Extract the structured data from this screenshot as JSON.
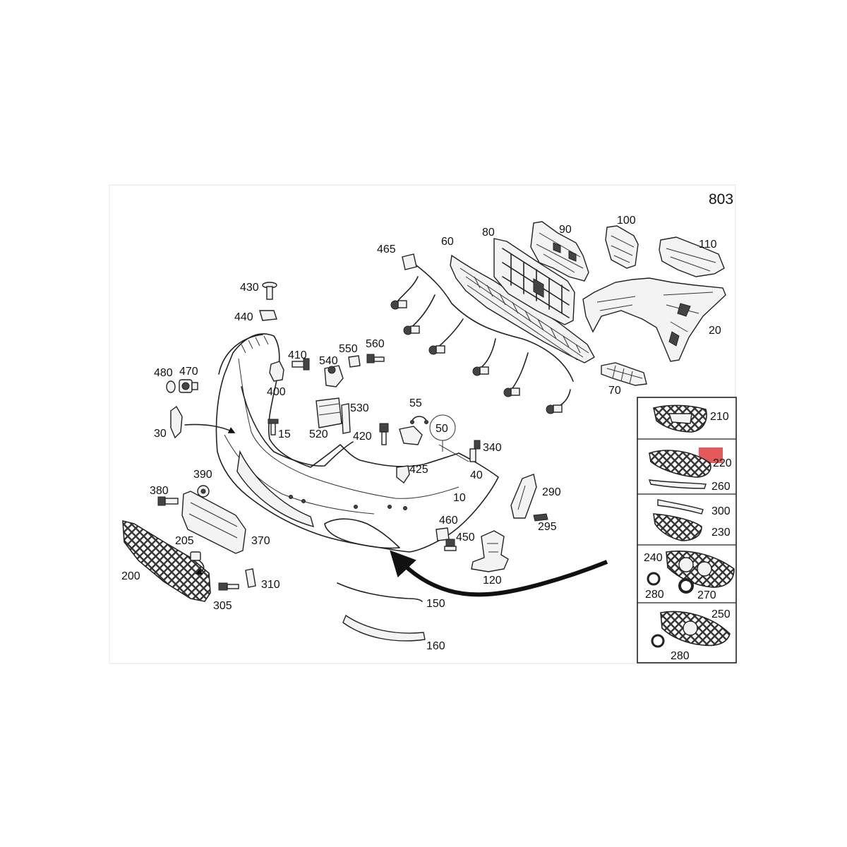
{
  "page_number": "803",
  "callouts": {
    "p10": "10",
    "p15": "15",
    "p20": "20",
    "p30": "30",
    "p40": "40",
    "p50": "50",
    "p55": "55",
    "p60": "60",
    "p70": "70",
    "p80": "80",
    "p90": "90",
    "p100": "100",
    "p110": "110",
    "p120": "120",
    "p150": "150",
    "p160": "160",
    "p200": "200",
    "p205": "205",
    "p210": "210",
    "p220": "220",
    "p230": "230",
    "p240": "240",
    "p250": "250",
    "p260": "260",
    "p270": "270",
    "p280a": "280",
    "p280b": "280",
    "p290": "290",
    "p295": "295",
    "p300": "300",
    "p305": "305",
    "p310": "310",
    "p340": "340",
    "p370": "370",
    "p380": "380",
    "p390": "390",
    "p400": "400",
    "p410": "410",
    "p420": "420",
    "p425": "425",
    "p430": "430",
    "p440": "440",
    "p450": "450",
    "p460": "460",
    "p465": "465",
    "p470": "470",
    "p480": "480",
    "p520": "520",
    "p530": "530",
    "p540": "540",
    "p550": "550",
    "p560": "560"
  },
  "colors": {
    "highlight": "#e45a5a",
    "frame": "#f4f4f4",
    "line": "#222222"
  },
  "highlighted_part": "220"
}
